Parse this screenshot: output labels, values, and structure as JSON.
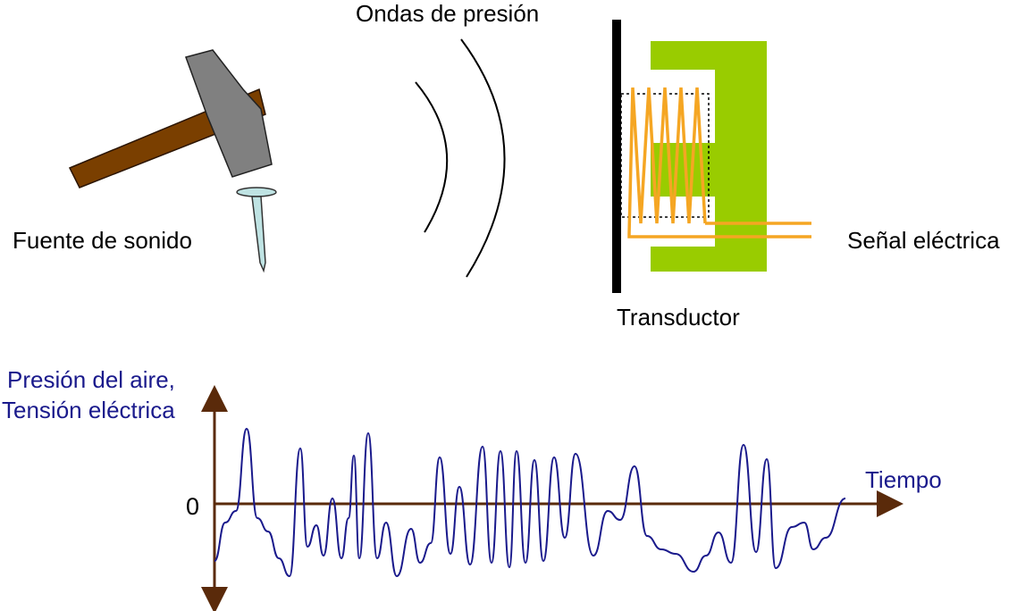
{
  "labels": {
    "pressure_waves": "Ondas de presión",
    "sound_source": "Fuente de sonido",
    "electric_signal": "Señal eléctrica",
    "transducer": "Transductor",
    "y_axis_line1": "Presión del aire,",
    "y_axis_line2": "Tensión eléctrica",
    "x_axis": "Tiempo",
    "origin": "0"
  },
  "icons": {
    "source": "hammer-and-nail-icon",
    "waves": "pressure-wave-arcs",
    "device": "transducer-coil-magnet"
  },
  "colors": {
    "hammer_handle": "#7a3f00",
    "hammer_head": "#808080",
    "nail": "#bfe3e3",
    "magnet": "#99cc00",
    "coil": "#f5a623",
    "axis": "#5a2a0a",
    "signal": "#1a1a8c",
    "text_blue": "#1a1a8c"
  }
}
